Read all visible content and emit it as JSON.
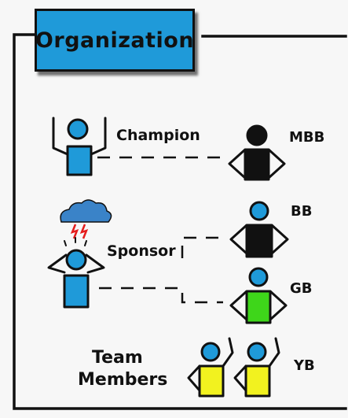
{
  "title": "Organization",
  "roles": {
    "champion": "Champion",
    "sponsor": "Sponsor",
    "team_line1": "Team",
    "team_line2": "Members"
  },
  "belts": {
    "mbb": "MBB",
    "bb": "BB",
    "gb": "GB",
    "yb": "YB"
  },
  "colors": {
    "head_blue": "#1f9ad9",
    "body_blue": "#1f9ad9",
    "black_belt": "#111111",
    "green_belt": "#3ed61a",
    "yellow_belt": "#f2f21f",
    "lightning": "#e51c1c"
  }
}
